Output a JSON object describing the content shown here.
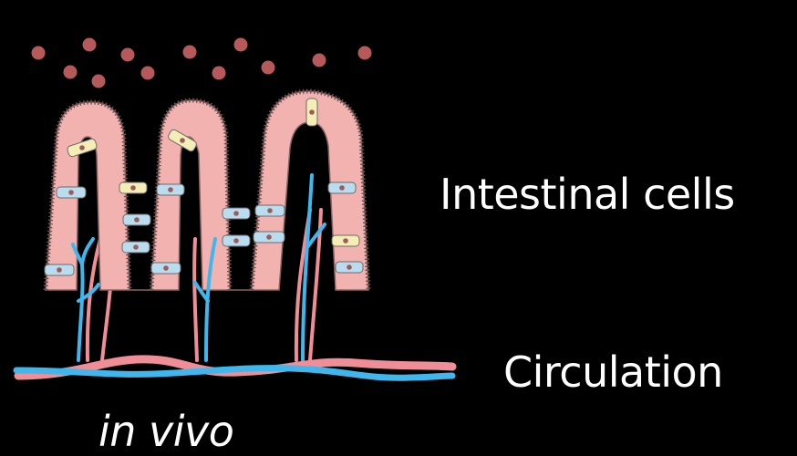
{
  "labels": {
    "intestinal_cells": "Intestinal cells",
    "circulation": "Circulation",
    "in_vivo": "in vivo"
  },
  "colors": {
    "background": "#000000",
    "villus_tissue": "#f2b3b0",
    "villus_outline": "#8a6262",
    "brush_border": "#6b5050",
    "particle": "#b5595a",
    "vessel_blue": "#3fb6ec",
    "vessel_pink": "#ef8e96",
    "cell_yellow": "#f4eeb6",
    "cell_blue": "#b9dcef",
    "nucleus": "#9b5c5c"
  },
  "icons": [
    "villus-diagram",
    "particle-dot",
    "enterocyte-cell",
    "blood-vessel"
  ]
}
